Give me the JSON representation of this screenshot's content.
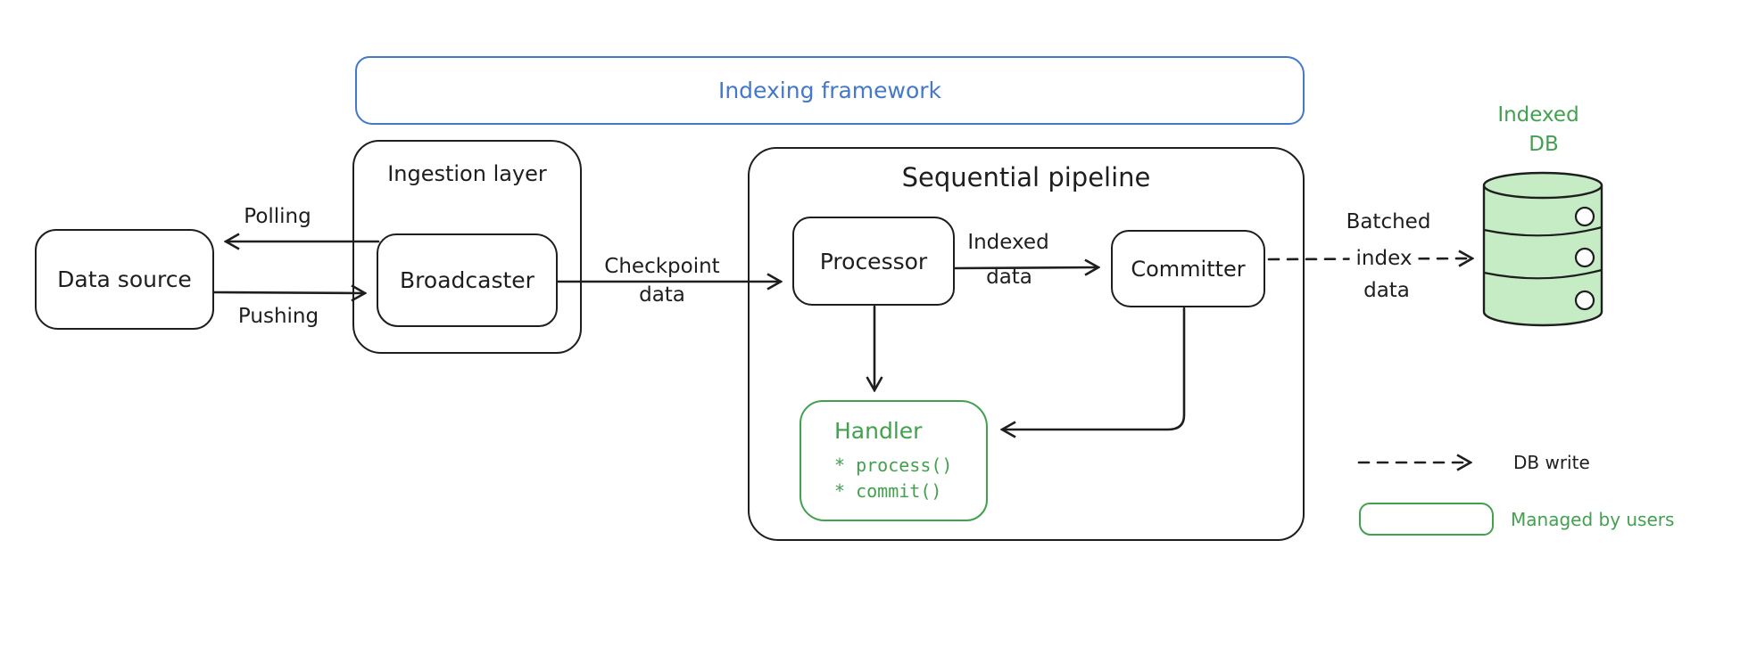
{
  "colors": {
    "ink": "#1e1e1e",
    "blue": "#4478c9",
    "green": "#42a04e",
    "green_fill": "#c6ecc6"
  },
  "frame": {
    "label": "Indexing framework"
  },
  "nodes": {
    "data_source": {
      "label": "Data source"
    },
    "ingestion": {
      "label": "Ingestion layer"
    },
    "broadcaster": {
      "label": "Broadcaster"
    },
    "pipeline": {
      "label": "Sequential pipeline"
    },
    "processor": {
      "label": "Processor"
    },
    "committer": {
      "label": "Committer"
    },
    "handler": {
      "label": "Handler",
      "methods": [
        "* process()",
        "* commit()"
      ]
    },
    "indexed_db": {
      "line1": "Indexed",
      "line2": "DB"
    }
  },
  "edges": {
    "polling": {
      "label": "Polling"
    },
    "pushing": {
      "label": "Pushing"
    },
    "checkpoint": {
      "line1": "Checkpoint",
      "line2": "data"
    },
    "indexed_data": {
      "line1": "Indexed",
      "line2": "data"
    },
    "batched": {
      "line1": "Batched",
      "line2": "index",
      "line3": "data"
    }
  },
  "legend": {
    "db_write": "DB write",
    "managed_by_users": "Managed by users"
  }
}
